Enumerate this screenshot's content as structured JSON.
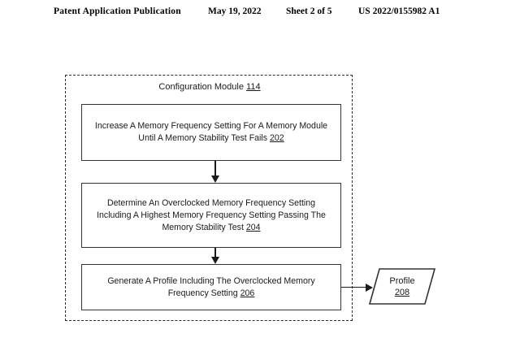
{
  "header": {
    "publication": "Patent Application Publication",
    "date": "May 19, 2022",
    "sheet": "Sheet 2 of 5",
    "patent_number": "US 2022/0155982 A1"
  },
  "diagram": {
    "module": {
      "title_text": "Configuration Module",
      "title_ref": "114"
    },
    "steps": [
      {
        "id": "202",
        "text": "Increase A Memory Frequency Setting For A Memory Module Until A Memory Stability Test Fails",
        "ref": "202"
      },
      {
        "id": "204",
        "text": "Determine An Overclocked Memory Frequency Setting Including A Highest Memory Frequency Setting Passing The Memory Stability Test",
        "ref": "204"
      },
      {
        "id": "206",
        "text": "Generate A Profile Including The Overclocked Memory Frequency Setting",
        "ref": "206"
      }
    ],
    "output": {
      "label": "Profile",
      "ref": "208"
    }
  },
  "colors": {
    "stroke": "#333333",
    "dashed_stroke": "#2b2b2b",
    "text": "#1a1a1a",
    "background": "#ffffff"
  }
}
